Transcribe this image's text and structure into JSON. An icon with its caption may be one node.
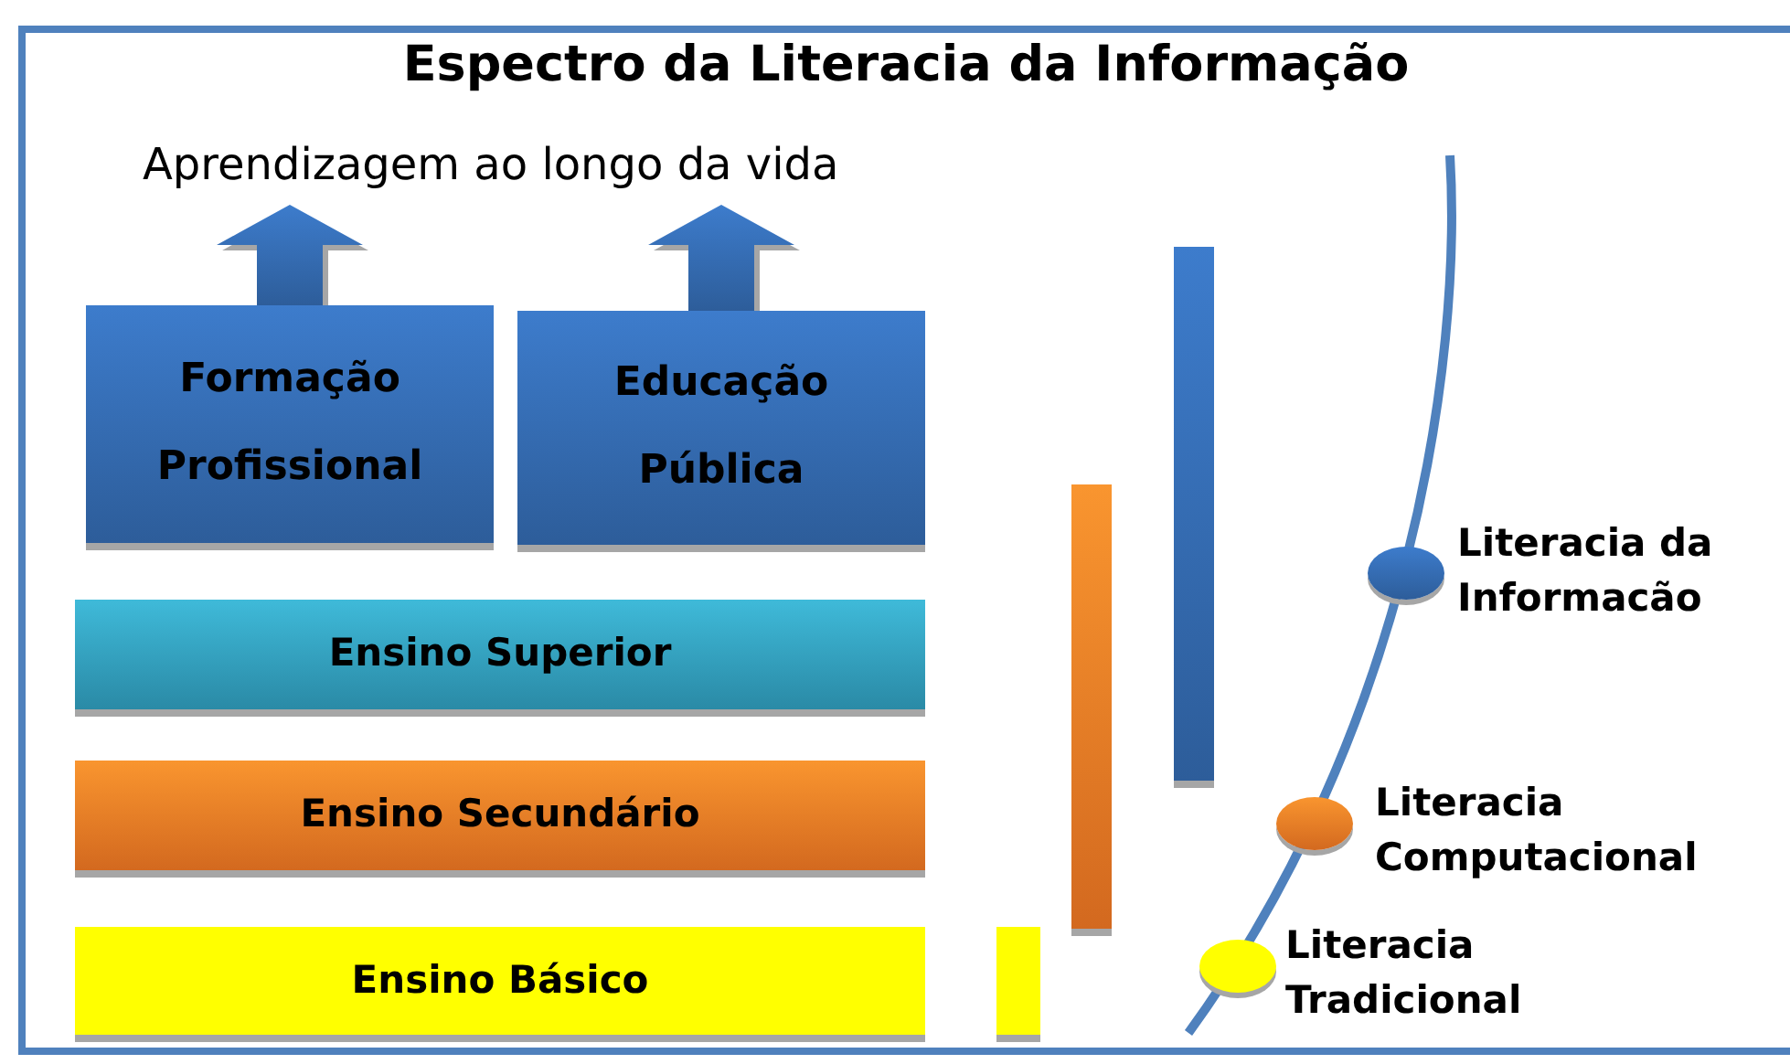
{
  "diagram": {
    "title": "Espectro da Literacia da Informação",
    "nodes": [
      {
        "text": [
          "Aprendizagem ao longo da vida"
        ]
      },
      {
        "text": [
          "Formação Profissional"
        ]
      },
      {
        "text": [
          "Educação Pública"
        ]
      },
      {
        "text": [
          "Ensino Superior"
        ]
      },
      {
        "text": [
          "Ensino Secundário"
        ]
      },
      {
        "text": [
          "Ensino Básico"
        ]
      },
      {
        "text": [],
        "shape": "bar"
      },
      {
        "text": [],
        "shape": "bar"
      },
      {
        "text": [],
        "shape": "bar"
      },
      {
        "text": [],
        "shape": "circle",
        "beside": [
          "Literacia da Informacão"
        ]
      },
      {
        "text": [],
        "shape": "circle",
        "beside": [
          "Literacia Computacional"
        ]
      },
      {
        "text": [],
        "shape": "circle",
        "beside": [
          "Literacia Tradicional"
        ]
      }
    ],
    "edges": [
      {
        "from": 1,
        "to": 0,
        "arrow": "to",
        "style": "thick"
      },
      {
        "from": 2,
        "to": 0,
        "arrow": "to",
        "style": "thick"
      }
    ]
  }
}
